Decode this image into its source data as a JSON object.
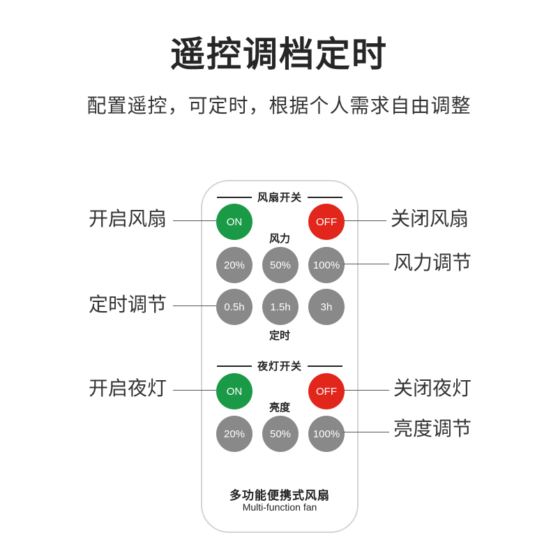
{
  "title": "遥控调档定时",
  "subtitle": "配置遥控，可定时，根据个人需求自由调整",
  "remote": {
    "fan_section": {
      "header": "风扇开关",
      "on_label": "ON",
      "off_label": "OFF",
      "speed_label": "风力",
      "speed_buttons": [
        "20%",
        "50%",
        "100%"
      ],
      "timer_buttons": [
        "0.5h",
        "1.5h",
        "3h"
      ],
      "timer_label": "定时"
    },
    "light_section": {
      "header": "夜灯开关",
      "on_label": "ON",
      "off_label": "OFF",
      "brightness_label": "亮度",
      "brightness_buttons": [
        "20%",
        "50%",
        "100%"
      ]
    },
    "footer_cn": "多功能便携式风扇",
    "footer_en": "Multi-function fan"
  },
  "callouts": {
    "fan_on": "开启风扇",
    "fan_off": "关闭风扇",
    "speed": "风力调节",
    "timer": "定时调节",
    "light_on": "开启夜灯",
    "light_off": "关闭夜灯",
    "brightness": "亮度调节"
  },
  "colors": {
    "on_button": "#1a9a46",
    "off_button": "#e2261c",
    "setting_button": "#898989"
  }
}
